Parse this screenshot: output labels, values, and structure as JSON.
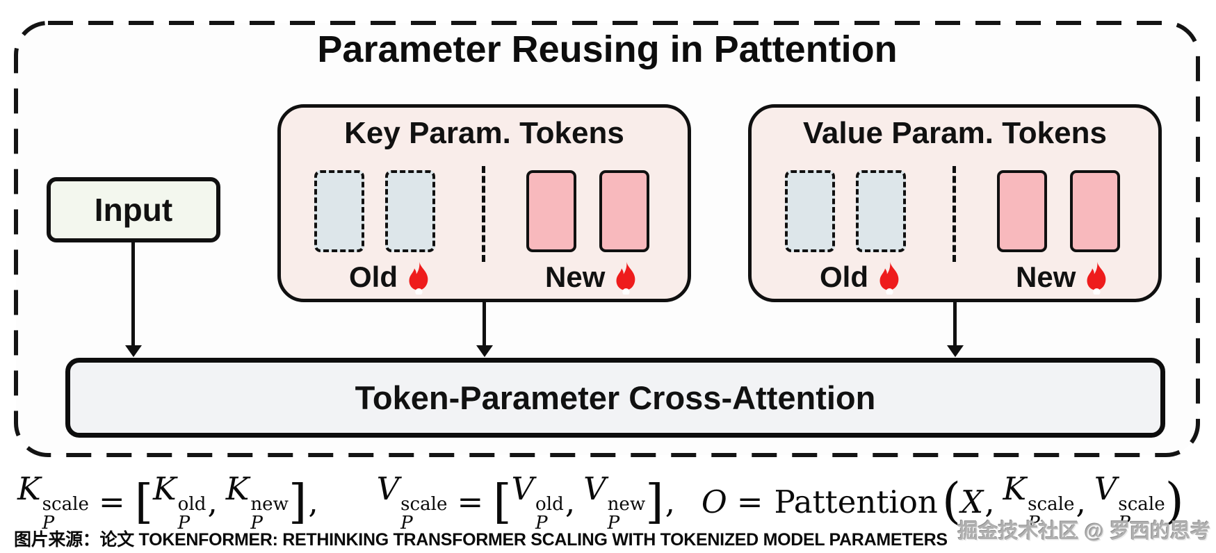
{
  "title": "Parameter Reusing in Pattention",
  "input": {
    "label": "Input"
  },
  "key_box": {
    "title": "Key Param. Tokens",
    "old": "Old",
    "new": "New"
  },
  "value_box": {
    "title": "Value Param. Tokens",
    "old": "Old",
    "new": "New"
  },
  "cross_attention": {
    "label": "Token-Parameter Cross-Attention"
  },
  "formula": {
    "k": "K",
    "v": "V",
    "o": "O",
    "x": "X",
    "p": "P",
    "scale": "scale",
    "old": "old",
    "new": "new",
    "equals": "=",
    "comma": ",",
    "lbracket": "[",
    "rbracket": "]",
    "lparen": "(",
    "rparen": ")",
    "pattention": "Pattention"
  },
  "caption": "图片来源：论文 TOKENFORMER: RETHINKING TRANSFORMER SCALING WITH TOKENIZED MODEL PARAMETERS",
  "watermark": "掘金技术社区 @ 罗西的思考",
  "colors": {
    "box_pink_fill": "#f9edea",
    "token_new_fill": "#f8b9bd",
    "token_old_fill": "#dde6ea",
    "input_fill": "#f3f7ee",
    "attention_fill": "#f2f3f5",
    "flame_red": "#ee1c1c",
    "ink": "#111111"
  }
}
